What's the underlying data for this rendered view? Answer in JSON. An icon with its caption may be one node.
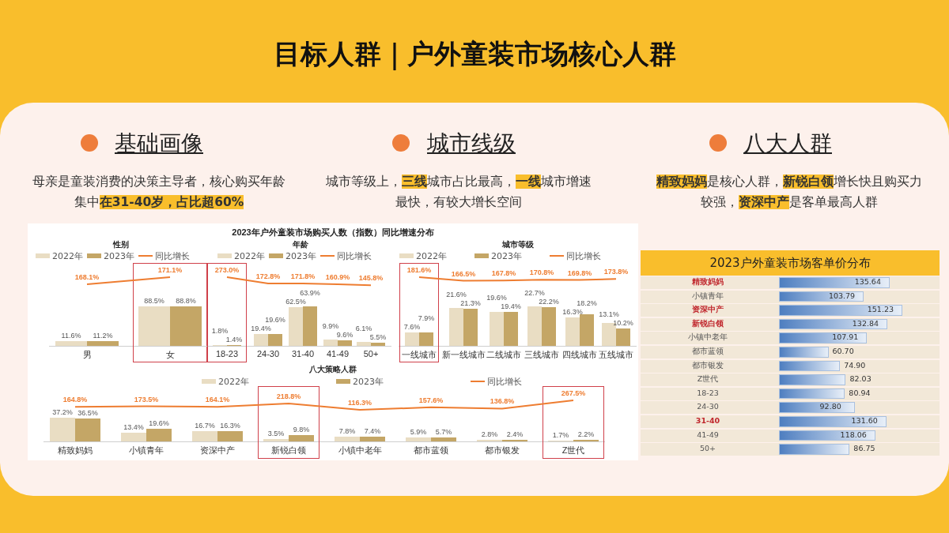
{
  "diagram": {
    "title": "目标人群｜户外童装市场核心人群",
    "labels": [
      "基础画像",
      "城市线级",
      "八大人群",
      "母亲是童装消费的决策主导者，核心购买年龄集中**在31-40岁，占比超60%**",
      "城市等级上，**三线**城市占比最高，**一线**城市增速最快，有较大增长空间",
      "**精致妈妈**是核心人群，**新锐白领**增长快且购买力较强，**资深中产**是客单最高人群",
      "2023年户外童装市场购买人数（指数）同比增速分布",
      "性别",
      "男",
      "11.6%",
      "11.2%",
      "168.1%",
      "女",
      "88.5%",
      "88.8%",
      "171.1%",
      "年龄",
      "18-23",
      "1.8%",
      "1.4%",
      "273.0%",
      "24-30",
      "19.4%",
      "19.6%",
      "172.8%",
      "31-40",
      "62.5%",
      "63.9%",
      "171.8%",
      "41-49",
      "9.9%",
      "9.6%",
      "160.9%",
      "50+",
      "6.1%",
      "5.5%",
      "145.8%",
      "城市等级",
      "一线城市",
      "7.6%",
      "7.9%",
      "181.6%",
      "新一线城市",
      "21.6%",
      "21.3%",
      "166.5%",
      "二线城市",
      "19.6%",
      "19.4%",
      "167.8%",
      "三线城市",
      "22.7%",
      "22.2%",
      "170.8%",
      "四线城市",
      "16.3%",
      "18.2%",
      "169.8%",
      "五线城市",
      "13.1%",
      "10.2%",
      "173.8%",
      "八大策略人群",
      "精致妈妈",
      "37.2%",
      "36.5%",
      "164.8%",
      "小镇青年",
      "13.4%",
      "19.6%",
      "173.5%",
      "资深中产",
      "16.7%",
      "16.3%",
      "164.1%",
      "新锐白领",
      "3.5%",
      "9.8%",
      "218.8%",
      "小镇中老年",
      "7.8%",
      "7.4%",
      "116.3%",
      "都市蓝领",
      "5.9%",
      "5.7%",
      "157.6%",
      "都市银发",
      "2.8%",
      "2.4%",
      "136.8%",
      "Z世代",
      "1.7%",
      "2.2%",
      "267.5%"
    ],
    "legend": [
      {
        "text": "2022年",
        "color": "#e9ddc3"
      },
      {
        "text": "2023年",
        "color": "#c4a666"
      },
      {
        "text": "同比增长"
      },
      {
        "text": "2022年",
        "color": "#e9ddc3"
      },
      {
        "text": "2023年",
        "color": "#c4a666"
      },
      {
        "text": "同比增长"
      },
      {
        "text": "2022年",
        "color": "#e9ddc3"
      },
      {
        "text": "2023年",
        "color": "#c4a666"
      },
      {
        "text": "同比增长"
      },
      {
        "text": "2022年",
        "color": "#e9ddc3"
      },
      {
        "text": "2023年",
        "color": "#c4a666"
      },
      {
        "text": "同比增长"
      }
    ],
    "chart_data": {
      "type": "bar",
      "orientation": "horizontal",
      "title": "2023户外童装市场客单价分布",
      "categories": [
        "精致妈妈",
        "小镇青年",
        "资深中产",
        "新锐白领",
        "小镇中老年",
        "都市蓝领",
        "都市银发",
        "Z世代",
        "18-23",
        "24-30",
        "31-40",
        "41-49",
        "50+"
      ],
      "values": [
        135.64,
        103.79,
        151.23,
        132.84,
        107.91,
        60.7,
        74.9,
        82.03,
        80.94,
        92.8,
        131.6,
        118.06,
        86.75
      ],
      "data_labels": true,
      "value_labels": [
        "135.64",
        "103.79",
        "151.23",
        "132.84",
        "107.91",
        "60.70",
        "74.90",
        "82.03",
        "80.94",
        "92.80",
        "131.60",
        "118.06",
        "86.75"
      ]
    }
  }
}
